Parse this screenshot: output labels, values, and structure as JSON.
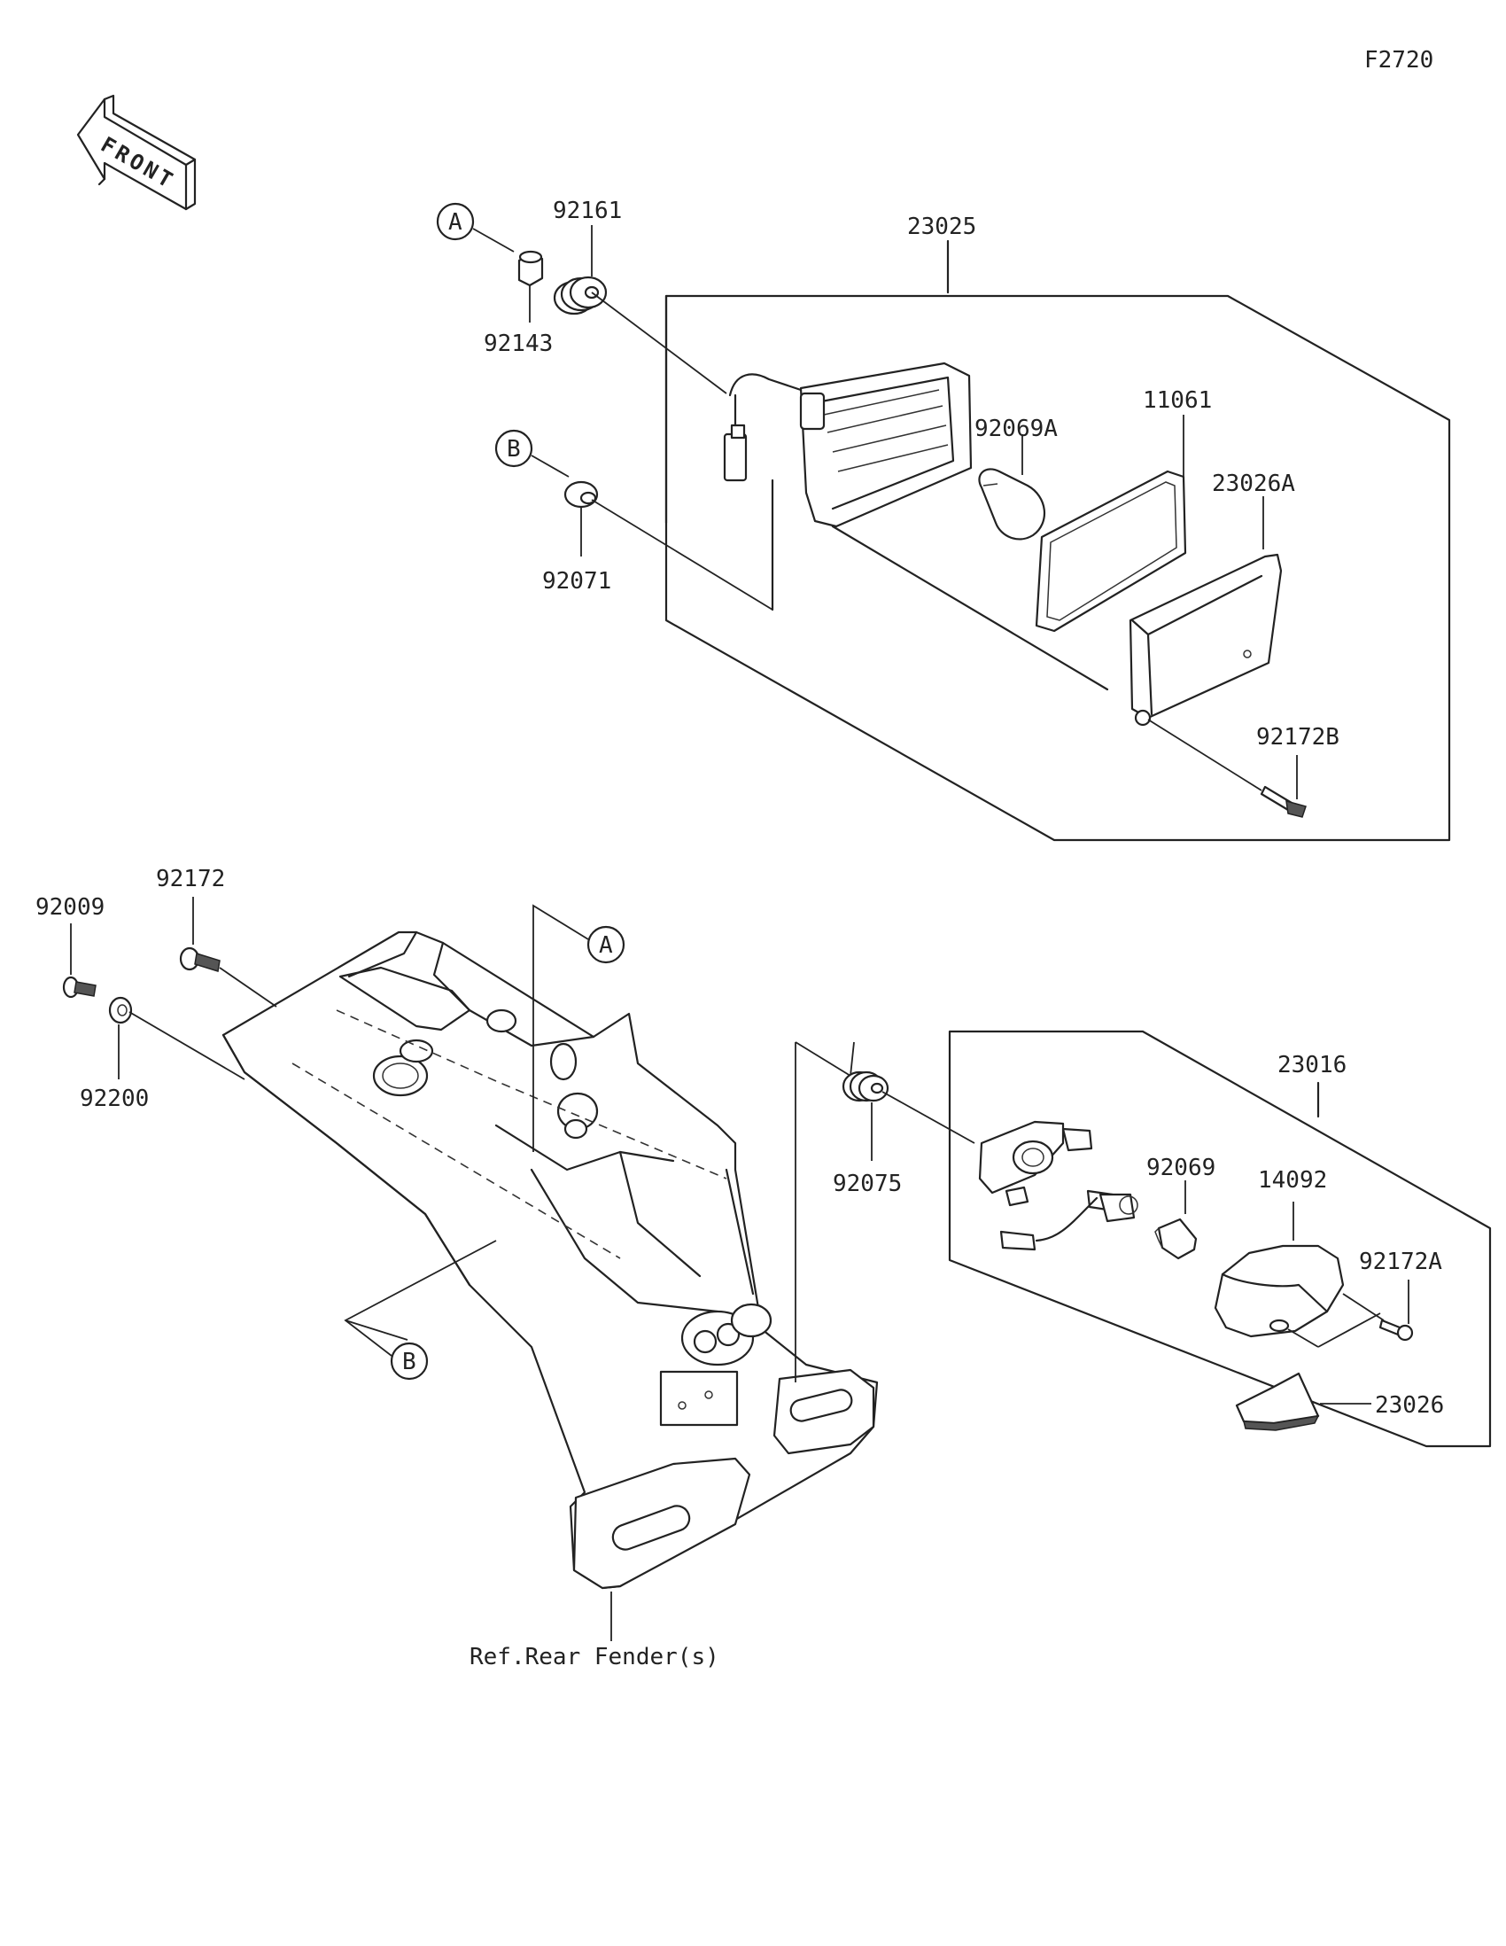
{
  "figure_code": "F2720",
  "front_arrow_label": "FRONT",
  "ref_markers": {
    "a": "A",
    "b": "B"
  },
  "part_labels": {
    "p92161": "92161",
    "p92143": "92143",
    "p23025": "23025",
    "p11061": "11061",
    "p92069A": "92069A",
    "p23026A": "23026A",
    "p92071": "92071",
    "p92172B": "92172B",
    "p92009": "92009",
    "p92172": "92172",
    "p92200": "92200",
    "p92075": "92075",
    "p23016": "23016",
    "p92069": "92069",
    "p14092": "14092",
    "p92172A": "92172A",
    "p23026": "23026"
  },
  "reference_note": "Ref.Rear Fender(s)",
  "icons": [
    "front-arrow-icon"
  ]
}
